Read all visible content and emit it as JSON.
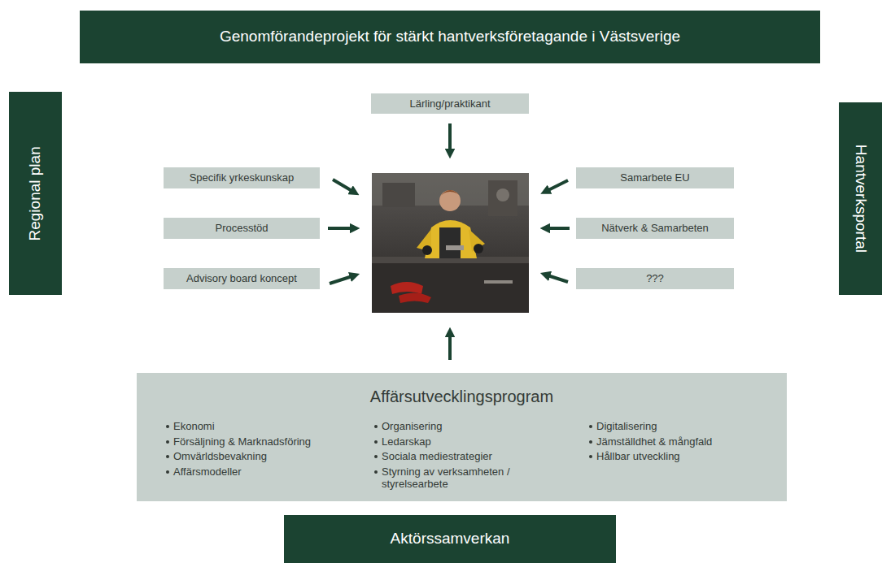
{
  "diagram": {
    "nodes": [
      {
        "text": [
          "Genomförandeprojekt för stärkt hantverksföretagande i Västsverige"
        ]
      },
      {
        "text": [
          "Regional plan"
        ]
      },
      {
        "text": [
          "Lärling/praktikant"
        ]
      },
      {
        "text": [
          "Specifik yrkeskunskap"
        ]
      },
      {
        "text": [
          "Samarbete EU"
        ]
      },
      {
        "text": [
          "Processtöd"
        ]
      },
      {
        "text": [
          "Nätverk & Samarbeten"
        ]
      },
      {
        "text": [
          "Advisory board koncept"
        ]
      },
      {
        "text": [
          "???"
        ]
      },
      {
        "text": [
          "Hantverksportal"
        ]
      },
      {
        "text": [
          "Affärsutvecklingsprogram",
          "Ekonomi",
          "Försäljning & Marknadsföring",
          "Omvärldsbevakning",
          "Affärsmodeller",
          "Organisering",
          "Ledarskap",
          "Sociala mediestrategier",
          "Styrning av verksamheten / styrelsearbete",
          "Digitalisering",
          "Jämställdhet & mångfald",
          "Hållbar utveckling"
        ]
      },
      {
        "text": [
          "Aktörssamverkan"
        ]
      }
    ]
  }
}
